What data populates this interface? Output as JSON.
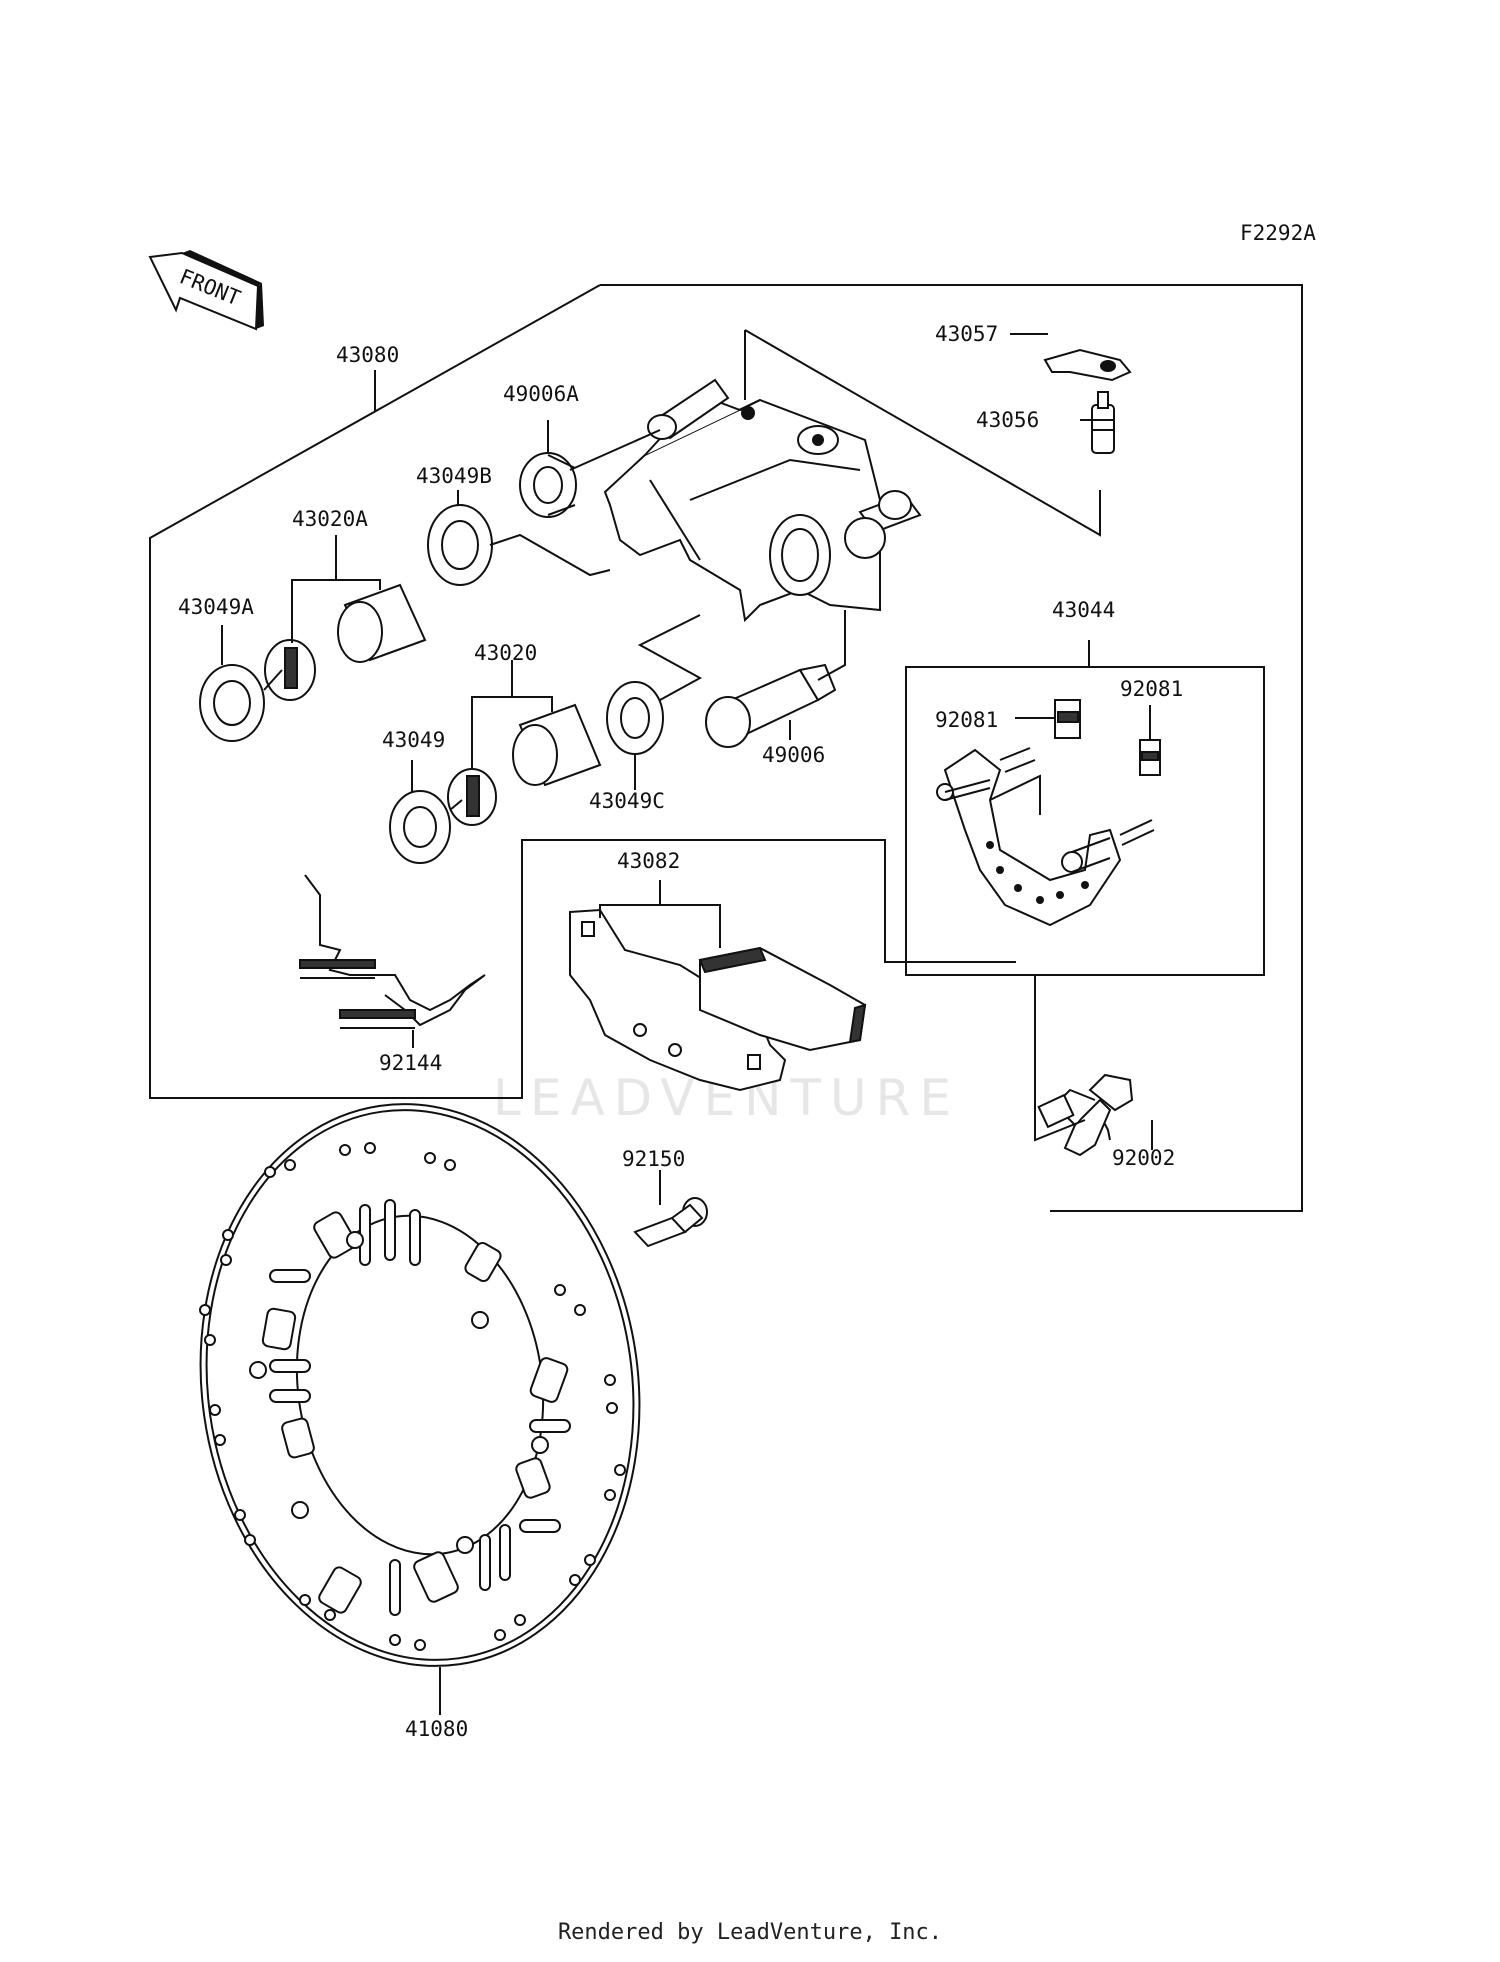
{
  "figure_code": "F2292A",
  "direction_label": "FRONT",
  "watermark": "LEADVENTURE",
  "footer": "Rendered by LeadVenture, Inc.",
  "labels": {
    "p43080": "43080",
    "p43057": "43057",
    "p43056": "43056",
    "p49006A": "49006A",
    "p43049B": "43049B",
    "p43020A": "43020A",
    "p43049A": "43049A",
    "p43020": "43020",
    "p43049": "43049",
    "p43049C": "43049C",
    "p49006": "49006",
    "p43044": "43044",
    "p92081a": "92081",
    "p92081b": "92081",
    "p43082": "43082",
    "p92144": "92144",
    "p92002": "92002",
    "p92150": "92150",
    "p41080": "41080"
  }
}
